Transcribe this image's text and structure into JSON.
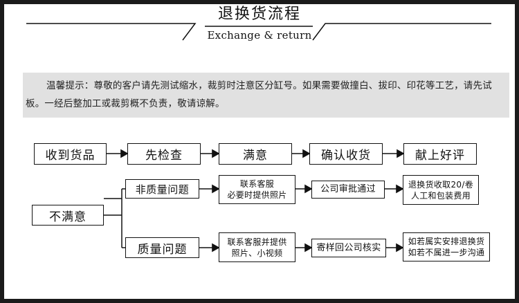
{
  "header": {
    "title": "退换货流程",
    "subtitle": "Exchange & return"
  },
  "notice": {
    "text": "温馨提示：尊敬的客户请先测试缩水，裁剪时注意区分缸号。如果需要做撞白、拔印、印花等工艺，请先试板。一经后整加工或裁剪概不负责，敬请谅解。"
  },
  "flow": {
    "main": [
      "收到货品",
      "先检查",
      "满意",
      "确认收货",
      "献上好评"
    ],
    "unsatisfied": "不满意",
    "branch_nonquality": {
      "label": "非质量问题",
      "step1": "联系客服\n必要时提供照片",
      "step2": "公司审批通过",
      "step3": "退换货收取20/卷\n人工和包装费用"
    },
    "branch_quality": {
      "label": "质量问题",
      "step1": "联系客服并提供\n照片、小视频",
      "step2": "寄样回公司核实",
      "step3": "如若属实安排退换货\n如若不属进一步沟通"
    }
  },
  "colors": {
    "frame": "#1b1b1b",
    "notice_bg": "#e1e1e1",
    "line": "#111111"
  }
}
